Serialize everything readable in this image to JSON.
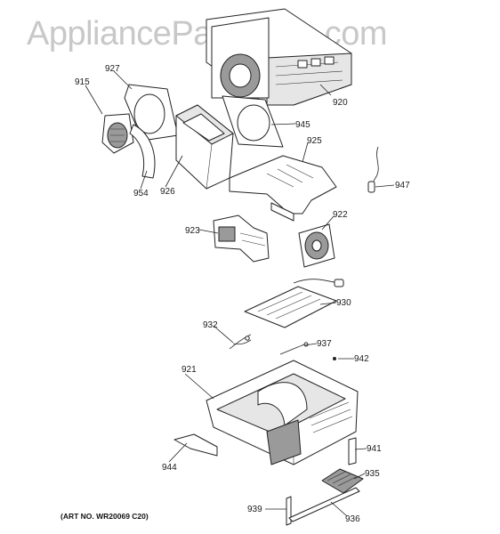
{
  "watermark": "AppliancePartsPros.com",
  "art_number": "(ART NO. WR20069 C20)",
  "callouts": {
    "p915": "915",
    "p927": "927",
    "p920": "920",
    "p945": "945",
    "p954": "954",
    "p926": "926",
    "p925": "925",
    "p947": "947",
    "p923": "923",
    "p922": "922",
    "p930": "930",
    "p932": "932",
    "p937": "937",
    "p942": "942",
    "p921": "921",
    "p941": "941",
    "p944": "944",
    "p935": "935",
    "p939": "939",
    "p936": "936"
  }
}
